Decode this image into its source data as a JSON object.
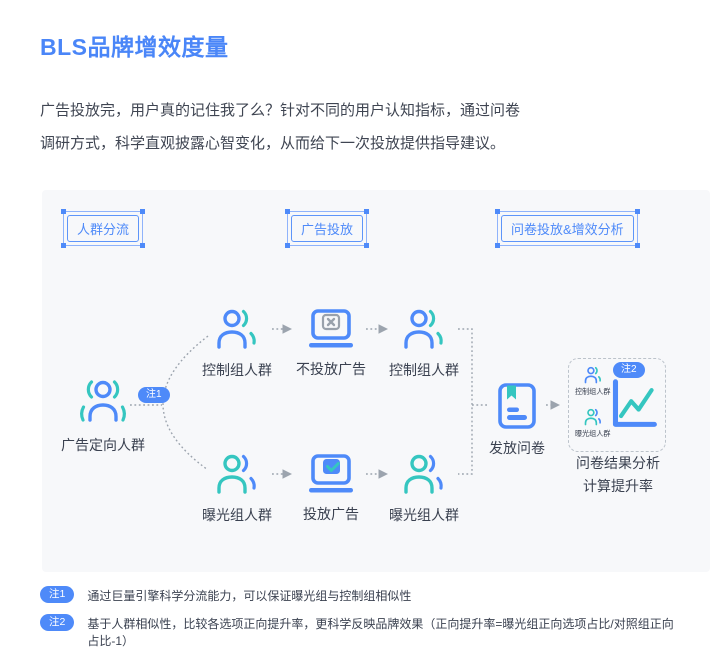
{
  "title": "BLS品牌增效度量",
  "intro": {
    "line1": "广告投放完，用户真的记住我了么？针对不同的用户认知指标，通过问卷",
    "line2": "调研方式，科学直观披露心智变化，从而给下一次投放提供指导建议。"
  },
  "colors": {
    "accent_blue": "#4E8AF9",
    "teal": "#35C6C0",
    "text_dark": "#3A4150",
    "panel_bg": "#F7F8FA",
    "connector_gray": "#9CA4AE",
    "dashed_box_border": "#BCC3CB"
  },
  "stages": [
    {
      "label": "人群分流"
    },
    {
      "label": "广告投放"
    },
    {
      "label": "问卷投放&增效分析"
    }
  ],
  "flow": {
    "source": {
      "label": "广告定向人群",
      "badge": "注1",
      "icon": "audience-crowd-icon"
    },
    "control_row": {
      "start": {
        "label": "控制组人群",
        "icon": "person-blue-icon"
      },
      "action": {
        "label": "不投放广告",
        "icon": "laptop-no-ad-icon"
      },
      "end": {
        "label": "控制组人群",
        "icon": "person-blue-icon"
      }
    },
    "exposed_row": {
      "start": {
        "label": "曝光组人群",
        "icon": "person-teal-icon"
      },
      "action": {
        "label": "投放广告",
        "icon": "laptop-ad-icon"
      },
      "end": {
        "label": "曝光组人群",
        "icon": "person-teal-icon"
      }
    },
    "survey": {
      "label": "发放问卷",
      "icon": "survey-doc-icon"
    },
    "result": {
      "badge": "注2",
      "groups": [
        {
          "label": "控制组人群"
        },
        {
          "label": "曝光组人群"
        }
      ],
      "icon": "line-chart-icon",
      "caption_line1": "问卷结果分析",
      "caption_line2": "计算提升率"
    }
  },
  "notes": [
    {
      "badge": "注1",
      "text": "通过巨量引擎科学分流能力，可以保证曝光组与控制组相似性"
    },
    {
      "badge": "注2",
      "text": "基于人群相似性，比较各选项正向提升率，更科学反映品牌效果（正向提升率=曝光组正向选项占比/对照组正向占比-1）"
    }
  ]
}
